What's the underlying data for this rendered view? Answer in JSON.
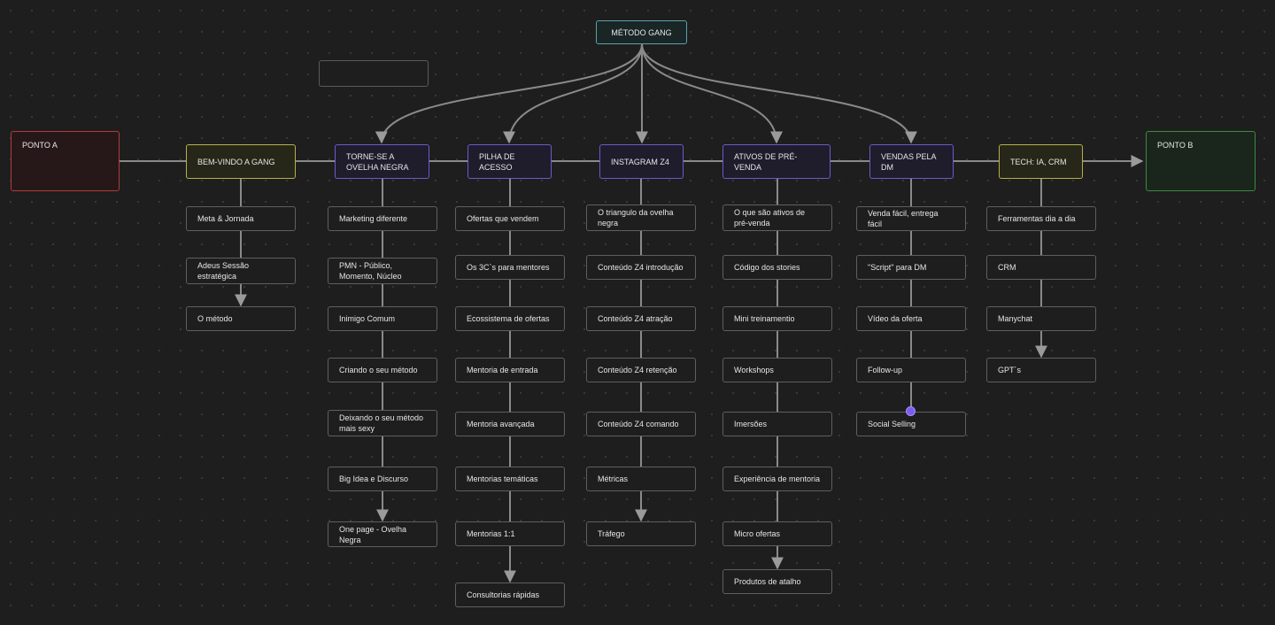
{
  "title": "MÉTODO GANG",
  "ponto_a": "PONTO A",
  "ponto_b": "PONTO B",
  "columns": [
    {
      "header": "BEM-VINDO A GANG",
      "items": [
        "Meta & Jornada",
        "Adeus Sessão estratégica",
        "O método"
      ]
    },
    {
      "header": "TORNE-SE A OVELHA NEGRA",
      "items": [
        "Marketing diferente",
        "PMN - Público, Momento, Núcleo",
        "Inimigo Comum",
        "Criando o seu método",
        "Deixando o seu método mais sexy",
        "Big Idea e Discurso",
        "One page - Ovelha Negra"
      ]
    },
    {
      "header": "PILHA DE ACESSO",
      "items": [
        "Ofertas que vendem",
        "Os 3C`s para mentores",
        "Ecossistema de ofertas",
        "Mentoria de entrada",
        "Mentoria avançada",
        "Mentorias temáticas",
        "Mentorias 1:1",
        "Consultorias rápidas"
      ]
    },
    {
      "header": "INSTAGRAM Z4",
      "items": [
        "O triangulo da ovelha negra",
        "Conteúdo Z4 introdução",
        "Conteúdo Z4 atração",
        "Conteúdo Z4 retenção",
        "Conteúdo Z4 comando",
        "Métricas",
        "Tráfego"
      ]
    },
    {
      "header": "ATIVOS DE PRÉ-VENDA",
      "items": [
        "O que são ativos de pré-venda",
        "Código dos stories",
        "Mini treinamentio",
        "Workshops",
        "Imersões",
        "Experiência de mentoria",
        "Micro ofertas",
        "Produtos de atalho"
      ]
    },
    {
      "header": "VENDAS PELA DM",
      "items": [
        "Venda fácil, entrega fácil",
        "\"Script\" para DM",
        "Vídeo da oferta",
        "Follow-up",
        "Social Selling"
      ]
    },
    {
      "header": "TECH: IA, CRM",
      "items": [
        "Ferramentas dia a dia",
        "CRM",
        "Manychat",
        "GPT´s"
      ]
    }
  ],
  "colors": {
    "background": "#1e1e1e",
    "connector": "#8a8a8a",
    "yellow_border": "#b6b04a",
    "purple_border": "#6a5cc8",
    "teal_border": "#5aa3a8",
    "red_border": "#b23a3a",
    "green_border": "#3d8a43",
    "handle": "#7b5cf0"
  }
}
